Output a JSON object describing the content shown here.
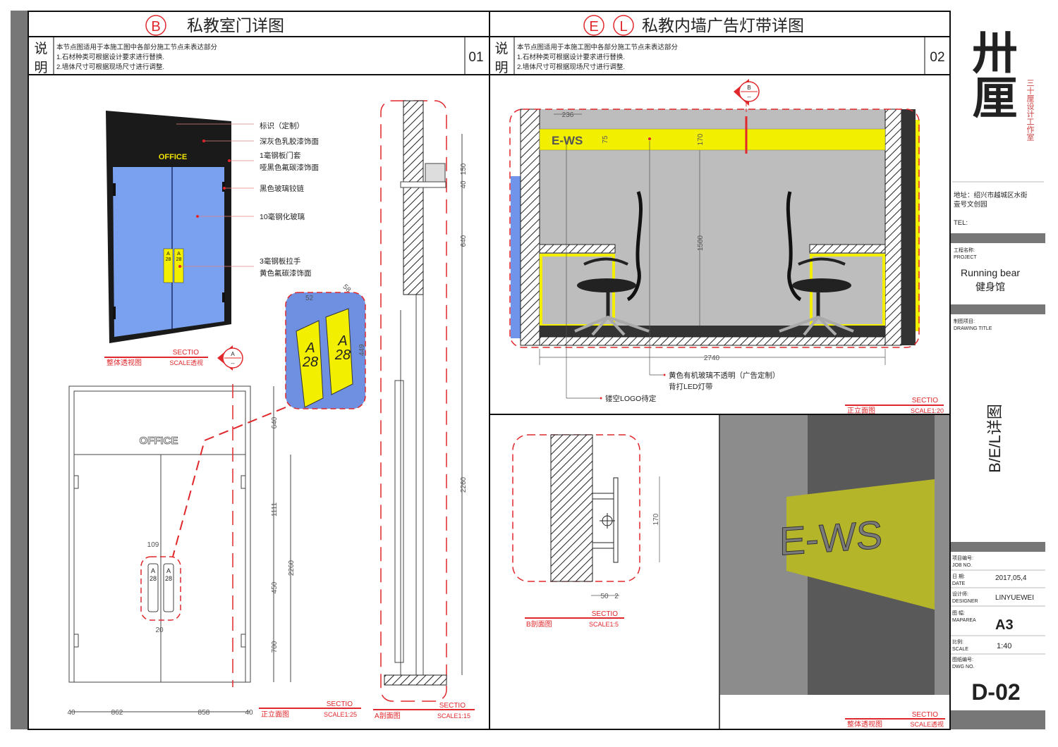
{
  "left_sheet": {
    "title_marker": "B",
    "title": "私教室门详图",
    "notes_label": [
      "说",
      "明"
    ],
    "notes": [
      "本节点图适用于本施工图中各部分施工节点未表达部分",
      "1.石材种类可根据设计要求进行替换.",
      "2.墙体尺寸可根据现场尺寸进行调整."
    ],
    "number": "01",
    "door_sign": "OFFICE",
    "handle_letter": "A",
    "handle_number": "28",
    "callouts": [
      "标识（定制）",
      "深灰色乳胶漆饰面",
      "1毫钢板门套",
      "哑黑色氟碳漆饰面",
      "黑色玻璃铰链",
      "10毫钢化玻璃",
      "3毫钢板拉手",
      "黄色氟碳漆饰面"
    ],
    "detail_dims": [
      "52",
      "58",
      "449"
    ],
    "elevation_dims": {
      "handle_top": "109",
      "handle_gap": "20",
      "v1": "640",
      "v2": "1111",
      "v3": "450",
      "v4": "700",
      "total": "2260",
      "w_left": "862",
      "w_right": "858",
      "edge_left": "40",
      "edge_right": "40"
    },
    "section_dims": [
      "150",
      "40",
      "640",
      "2260"
    ],
    "section_marker": {
      "letter": "A",
      "sub": "--"
    },
    "labels": [
      {
        "name": "整体透视图",
        "sectio": "SECTIO",
        "scale": "SCALE透视"
      },
      {
        "name": "正立面图",
        "sectio": "SECTIO",
        "scale": "SCALE1:25"
      },
      {
        "name": "A剖面图",
        "sectio": "SECTIO",
        "scale": "SCALE1:15"
      }
    ]
  },
  "right_sheet": {
    "title_markers": [
      "E",
      "L"
    ],
    "title": "私教内墙广告灯带详图",
    "notes_label": [
      "说",
      "明"
    ],
    "notes": [
      "本节点图适用于本施工图中各部分施工节点未表达部分",
      "1.石材种类可根据设计要求进行替换.",
      "2.墙体尺寸可根据现场尺寸进行调整."
    ],
    "number": "02",
    "section_marker": {
      "letter": "B",
      "sub": "--"
    },
    "sign_text": "E-WS",
    "elevation_dims": {
      "logo_w": "236",
      "logo_h": "75",
      "band_h": "170",
      "height": "1500",
      "width": "2740"
    },
    "callouts": [
      "黄色有机玻璃不透明（广告定制）",
      "背打LED灯带",
      "镂空LOGO待定"
    ],
    "section_dims": [
      "170",
      "50",
      "2"
    ],
    "labels": [
      {
        "name": "正立面图",
        "sectio": "SECTIO",
        "scale": "SCALE1:20"
      },
      {
        "name": "B剖面图",
        "sectio": "SECTIO",
        "scale": "SCALE1:5"
      },
      {
        "name": "整体透视图",
        "sectio": "SECTIO",
        "scale": "SCALE透视"
      }
    ]
  },
  "title_block": {
    "logo": "卅厘",
    "logo_sub": "三十厘设计工作室",
    "address": [
      "地址：绍兴市越城区水街",
      "壹号文创园"
    ],
    "tel": "TEL:",
    "project_label": [
      "工程名称:",
      "PROJECT"
    ],
    "project_name": [
      "Running bear",
      "健身馆"
    ],
    "drawing_title_label": [
      "制图项目:",
      "DRAWING TITLE"
    ],
    "drawing_title": "B/E/L详图",
    "fields": [
      {
        "cn": "项目编号:",
        "en": "JOB NO.",
        "value": ""
      },
      {
        "cn": "日  期:",
        "en": "DATE",
        "value": "2017,05,4"
      },
      {
        "cn": "设计师:",
        "en": "DESIGNER",
        "value": "LINYUEWEI"
      },
      {
        "cn": "图  幅:",
        "en": "MAPAREA",
        "value": "A3"
      },
      {
        "cn": "比例:",
        "en": "SCALE",
        "value": "1:40"
      },
      {
        "cn": "图纸编号:",
        "en": "DWG NO.",
        "value": ""
      }
    ],
    "dwg_no": "D-02"
  },
  "colors": {
    "red": "#e0282c",
    "yellow": "#f2f000",
    "blue": "#6f94ea",
    "gray": "#bdbdbd"
  }
}
